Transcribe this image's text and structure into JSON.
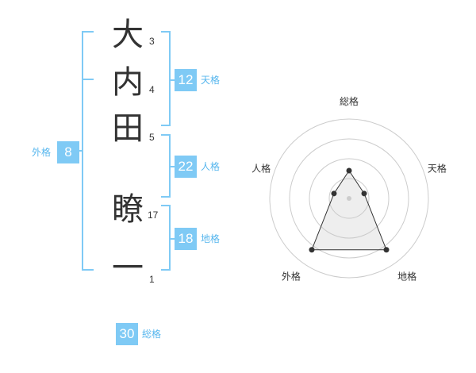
{
  "name_chars": [
    {
      "char": "大",
      "strokes": "3"
    },
    {
      "char": "内",
      "strokes": "4"
    },
    {
      "char": "田",
      "strokes": "5"
    },
    {
      "char": "瞭",
      "strokes": "17"
    },
    {
      "char": "一",
      "strokes": "1"
    }
  ],
  "grids": {
    "tenkaku": {
      "value": "12",
      "label": "天格"
    },
    "jinkaku": {
      "value": "22",
      "label": "人格"
    },
    "chikaku": {
      "value": "18",
      "label": "地格"
    },
    "gaikaku": {
      "value": "8",
      "label": "外格"
    },
    "soukaku": {
      "value": "30",
      "label": "総格"
    }
  },
  "colors": {
    "accent": "#7fcaf5",
    "accent_text": "#58b7ee",
    "line": "#333333"
  },
  "chart_data": {
    "type": "radar",
    "axes": [
      "総格",
      "天格",
      "地格",
      "外格",
      "人格"
    ],
    "values": [
      0.35,
      0.2,
      0.8,
      0.8,
      0.2
    ],
    "range": [
      0,
      1
    ],
    "rings": 4,
    "grid": true
  }
}
